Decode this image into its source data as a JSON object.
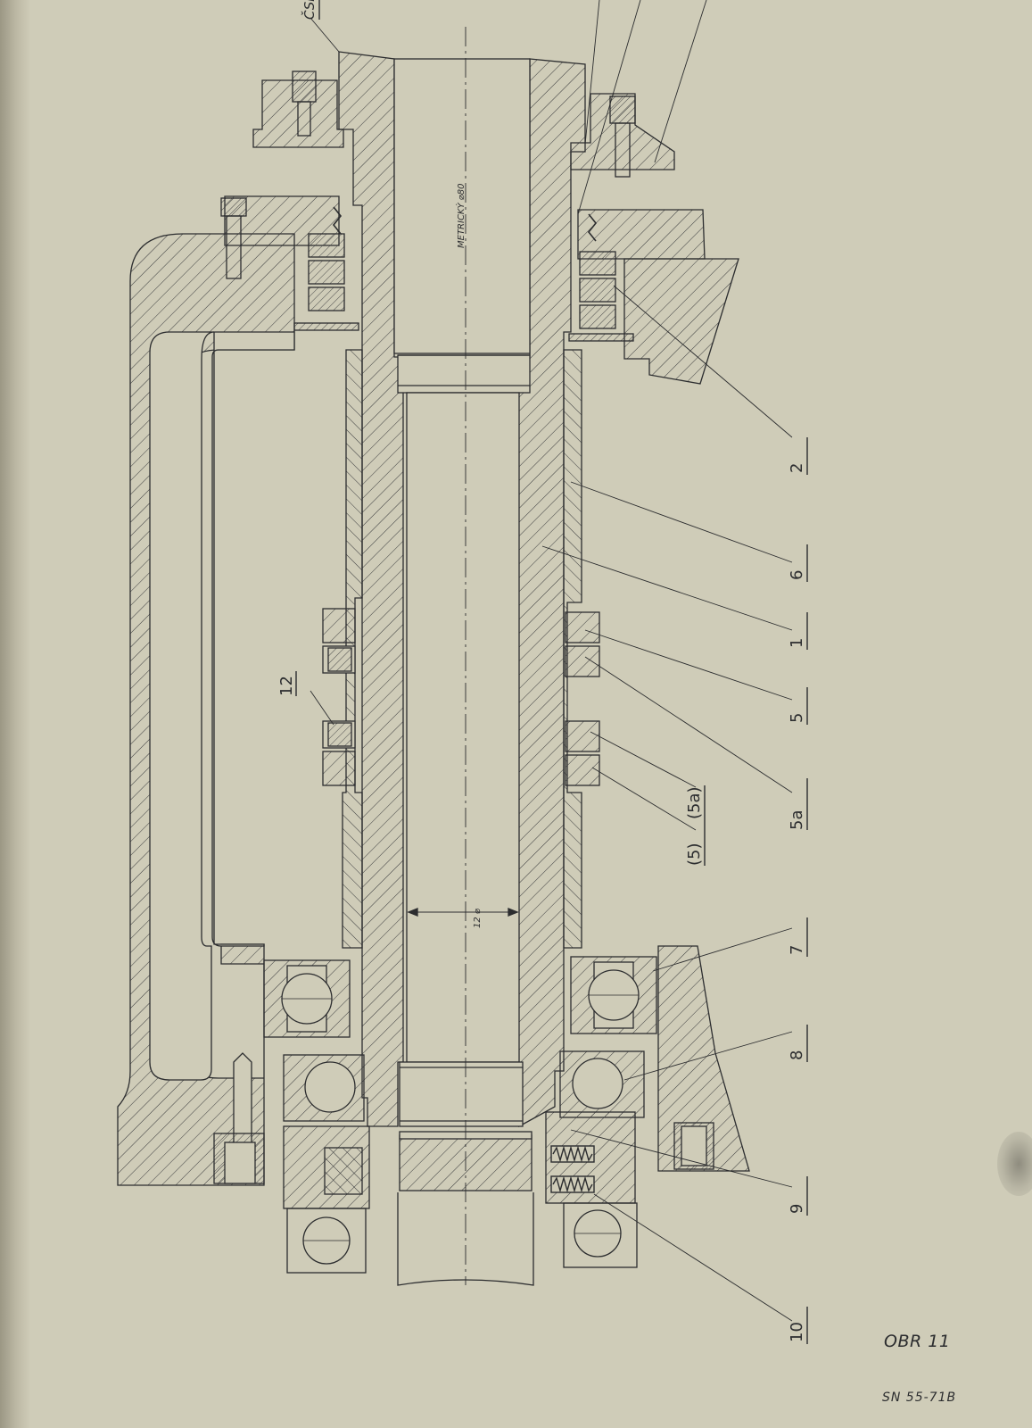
{
  "drawing": {
    "caption": "OBR 11",
    "document_number": "SN 55-71B",
    "corner_label": "ČSI",
    "bore_annotation": "METRICKÝ ⌀80",
    "dimension_annotation": "12 ⌀",
    "part_callouts": [
      "2",
      "6",
      "1",
      "5",
      "5a",
      "(5)",
      "(5a)",
      "7",
      "8",
      "9",
      "10",
      "12"
    ]
  }
}
